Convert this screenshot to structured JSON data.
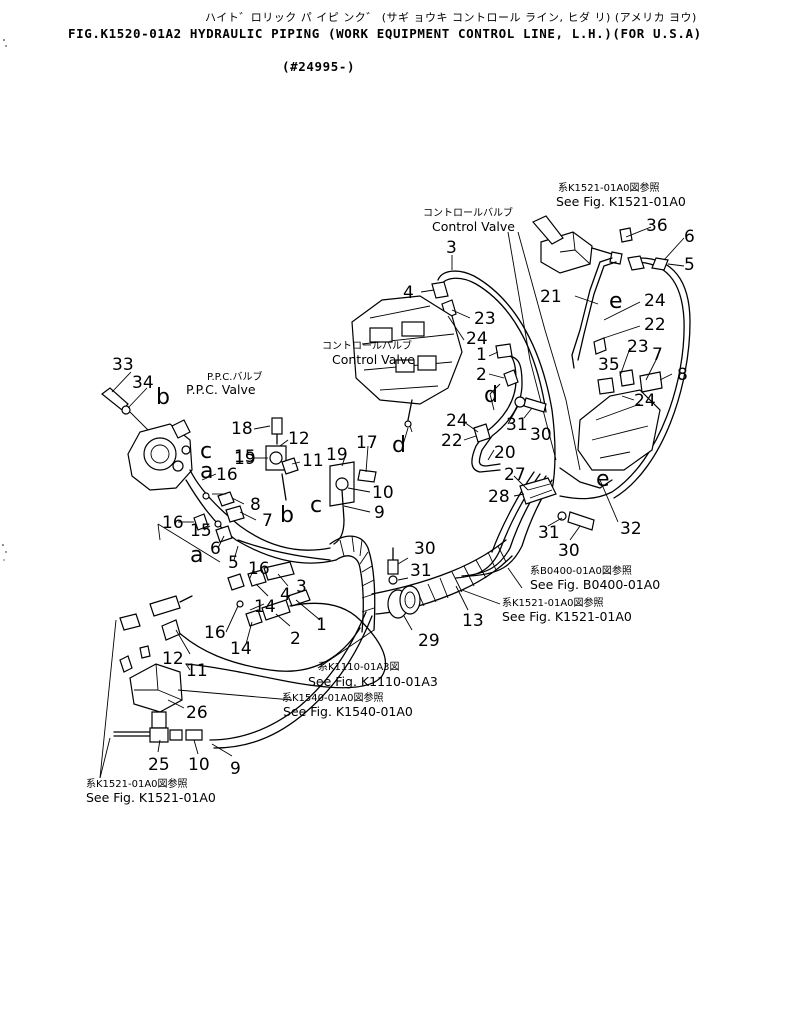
{
  "header": {
    "title_jp": "ハイト゛ロリック パ イピ ンク゛ (サギ ョウキ コントロール ライン, ヒダ リ) (アメリカ ヨウ)",
    "title_en": "FIG.K1520-01A2  HYDRAULIC PIPING (WORK EQUIPMENT CONTROL LINE, L.H.)(FOR U.S.A)",
    "serial": "(#24995-)"
  },
  "references": {
    "k1521_top_jp": "系K1521-01A0図参照",
    "k1521_top_en": "See Fig. K1521-01A0",
    "control_valve_jp": "コントロールバルブ",
    "control_valve_en": "Control Valve",
    "control_valve2_jp": "コントロールバルブ",
    "control_valve2_en": "Control Valve",
    "ppc_valve_jp": "P.P.C.バルブ",
    "ppc_valve_en": "P.P.C. Valve",
    "b0400_jp": "系B0400-01A0図参照",
    "b0400_en": "See Fig. B0400-01A0",
    "k1521_mid_jp": "系K1521-01A0図参照",
    "k1521_mid_en": "See Fig. K1521-01A0",
    "k1110_jp": "系K1110-01A3図",
    "k1110_en": "See Fig. K1110-01A3",
    "k1540_jp": "系K1540-01A0図参照",
    "k1540_en": "See Fig. K1540-01A0",
    "k1521_bot_jp": "系K1521-01A0図参照",
    "k1521_bot_en": "See Fig. K1521-01A0"
  },
  "callouts": [
    "36",
    "6",
    "5",
    "21",
    "24",
    "22",
    "23",
    "35",
    "7",
    "8",
    "24",
    "3",
    "4",
    "23",
    "24",
    "1",
    "2",
    "24",
    "22",
    "31",
    "30",
    "20",
    "27",
    "28",
    "31",
    "30",
    "32",
    "33",
    "34",
    "18",
    "12",
    "19",
    "11",
    "17",
    "19",
    "10",
    "9",
    "16",
    "15",
    "8",
    "7",
    "16",
    "15",
    "6",
    "5",
    "16",
    "3",
    "4",
    "14",
    "2",
    "1",
    "16",
    "14",
    "30",
    "31",
    "13",
    "29",
    "12",
    "11",
    "26",
    "25",
    "10",
    "9"
  ],
  "letters": [
    "e",
    "e",
    "d",
    "d",
    "b",
    "c",
    "a",
    "b",
    "c",
    "a"
  ]
}
